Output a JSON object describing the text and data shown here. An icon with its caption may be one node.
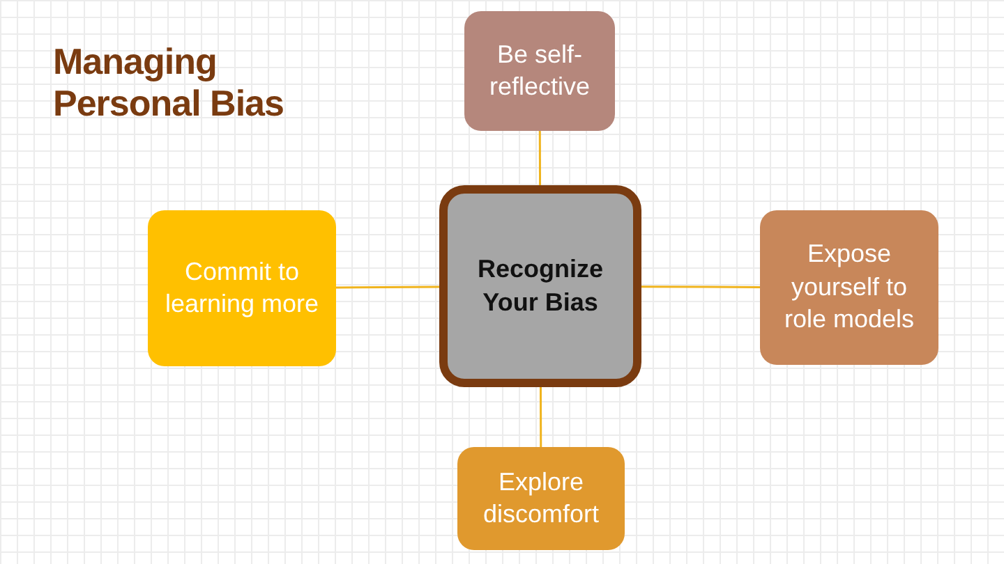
{
  "diagram": {
    "title": "Managing Personal Bias",
    "nodes": [
      {
        "text": [
          "Be self-reflective"
        ]
      },
      {
        "text": [
          "Commit to learning more"
        ]
      },
      {
        "text": [
          "Recognize Your Bias"
        ]
      },
      {
        "text": [
          "Expose yourself to role models"
        ]
      },
      {
        "text": [
          "Explore discomfort"
        ]
      }
    ],
    "edges": [
      {
        "from": 2,
        "to": 0,
        "arrow": "none"
      },
      {
        "from": 2,
        "to": 1,
        "arrow": "none"
      },
      {
        "from": 2,
        "to": 3,
        "arrow": "none"
      },
      {
        "from": 2,
        "to": 4,
        "arrow": "none"
      }
    ]
  }
}
